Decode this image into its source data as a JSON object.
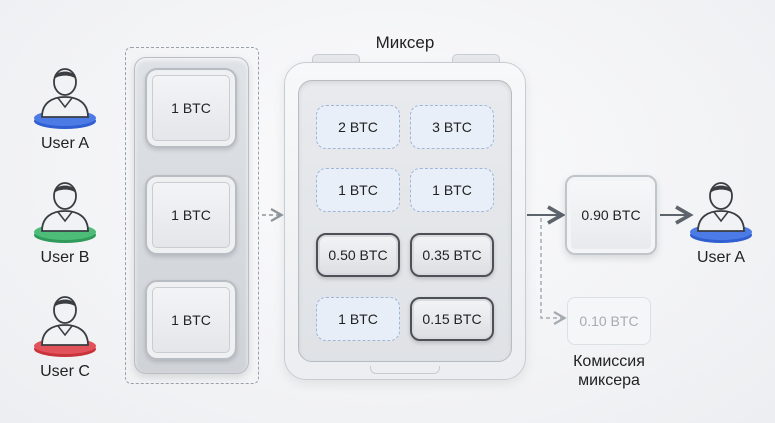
{
  "mixer": {
    "title": "Миксер",
    "tokens": [
      "2 BTC",
      "3 BTC",
      "1 BTC",
      "1 BTC",
      "0.50 BTC",
      "0.35 BTC",
      "1 BTC",
      "0.15 BTC"
    ]
  },
  "inputs": [
    {
      "user": "User A",
      "amount": "1 BTC",
      "color": "#2f5fd0"
    },
    {
      "user": "User B",
      "amount": "1 BTC",
      "color": "#2f9a5a"
    },
    {
      "user": "User C",
      "amount": "1 BTC",
      "color": "#c9343c"
    }
  ],
  "output": {
    "amount": "0.90 BTC",
    "user": "User A",
    "color": "#2f5fd0"
  },
  "fee": {
    "amount": "0.10 BTC",
    "label_line1": "Комиссия",
    "label_line2": "миксера"
  }
}
